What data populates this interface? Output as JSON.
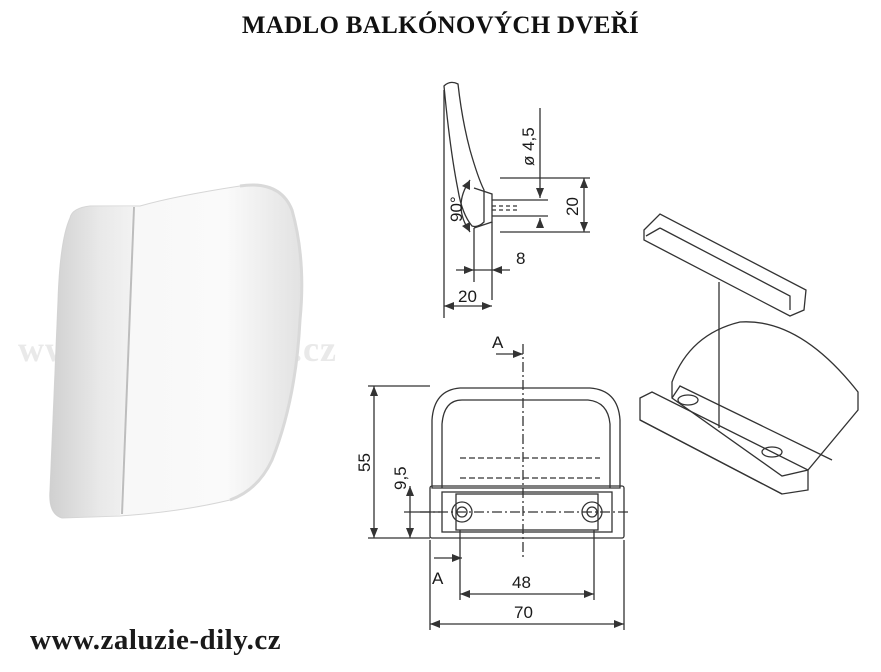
{
  "title": "MADLO BALKÓNOVÝCH DVEŘÍ",
  "watermark": "www.zaluzie-dily.cz",
  "footer_url": "www.zaluzie-dily.cz",
  "side_view": {
    "angle": "90°",
    "hole": "ø 4,5",
    "height": "20",
    "depth_inner": "8",
    "depth_outer": "20"
  },
  "front_view": {
    "section_label_top": "A",
    "section_label_bottom": "A",
    "height_total": "55",
    "height_holes": "9,5",
    "hole_spacing": "48",
    "width_total": "70"
  },
  "colors": {
    "line": "#333333",
    "photo_body": "#f4f4f4",
    "photo_shadow": "#cfcfcf"
  }
}
